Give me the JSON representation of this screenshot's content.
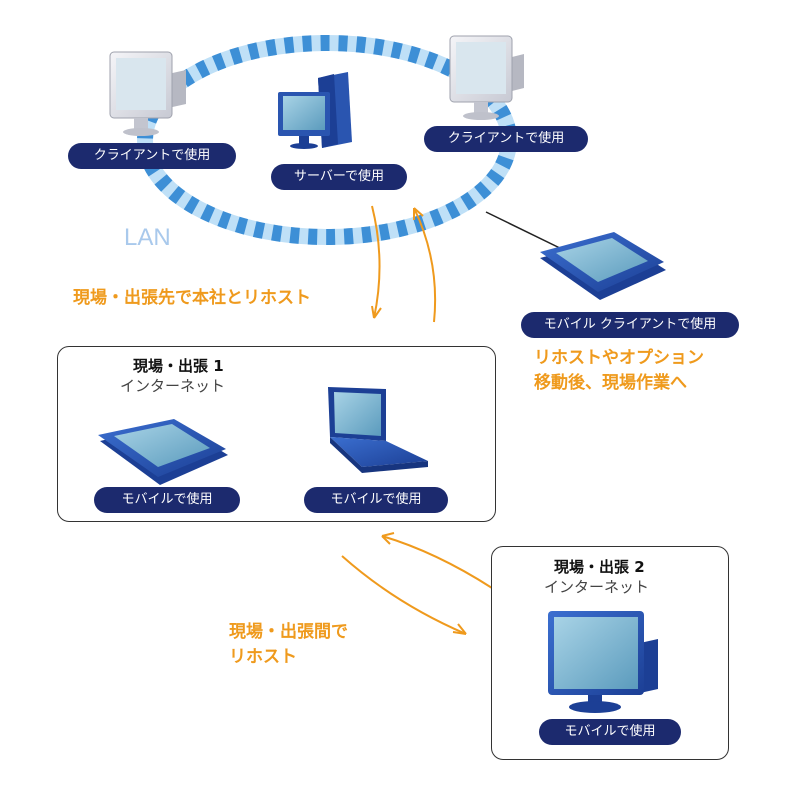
{
  "network": {
    "lan_label": "LAN",
    "client_left_label": "クライアントで使用",
    "client_right_label": "クライアントで使用",
    "server_label": "サーバーで使用",
    "mobile_client_label": "モバイル クライアントで使用",
    "hq_host_caption": "現場・出張先で本社とリホスト",
    "mobile_note_line1": "リホストやオプション",
    "mobile_note_line2": "移動後、現場作業へ"
  },
  "site1": {
    "title": "現場・出張 1",
    "subtitle": "インターネット",
    "tablet_label": "モバイルで使用",
    "laptop_label": "モバイルで使用"
  },
  "site2": {
    "title": "現場・出張 2",
    "subtitle": "インターネット",
    "monitor_label": "モバイルで使用"
  },
  "between_sites": {
    "line1": "現場・出張間で",
    "line2": "リホスト"
  },
  "colors": {
    "device_blue": "#2a55b0",
    "pill_navy": "#1c2a6e",
    "accent_orange": "#ef9a1d",
    "lan_ring_blue": "#3d8fd6",
    "lan_ring_light": "#bfe0f7"
  }
}
